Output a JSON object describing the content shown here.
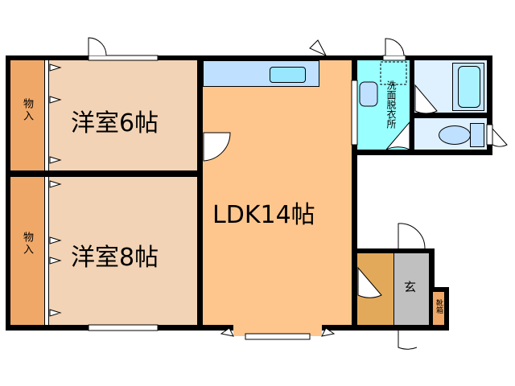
{
  "rooms": {
    "western6": {
      "label": "洋室6帖",
      "color": "#f2d3b5"
    },
    "western8": {
      "label": "洋室8帖",
      "color": "#f2d3b5"
    },
    "ldk": {
      "label": "LDK14帖",
      "color": "#fec68c"
    },
    "closet1": {
      "label": "物入",
      "color": "#f0a868"
    },
    "closet2": {
      "label": "物入",
      "color": "#f0a868"
    },
    "washroom": {
      "label": "洗面脱衣所",
      "color": "#99ffff"
    },
    "bath": {
      "color": "#dff0ff"
    },
    "toilet": {
      "color": "#dff0ff"
    },
    "entrance": {
      "label": "玄",
      "color": "#c0c0c0"
    },
    "storage": {
      "color": "#e3a95a"
    },
    "shoebox": {
      "label": "靴箱",
      "color": "#f0a868"
    },
    "kitchen": {
      "color": "#bfe0ff"
    }
  }
}
